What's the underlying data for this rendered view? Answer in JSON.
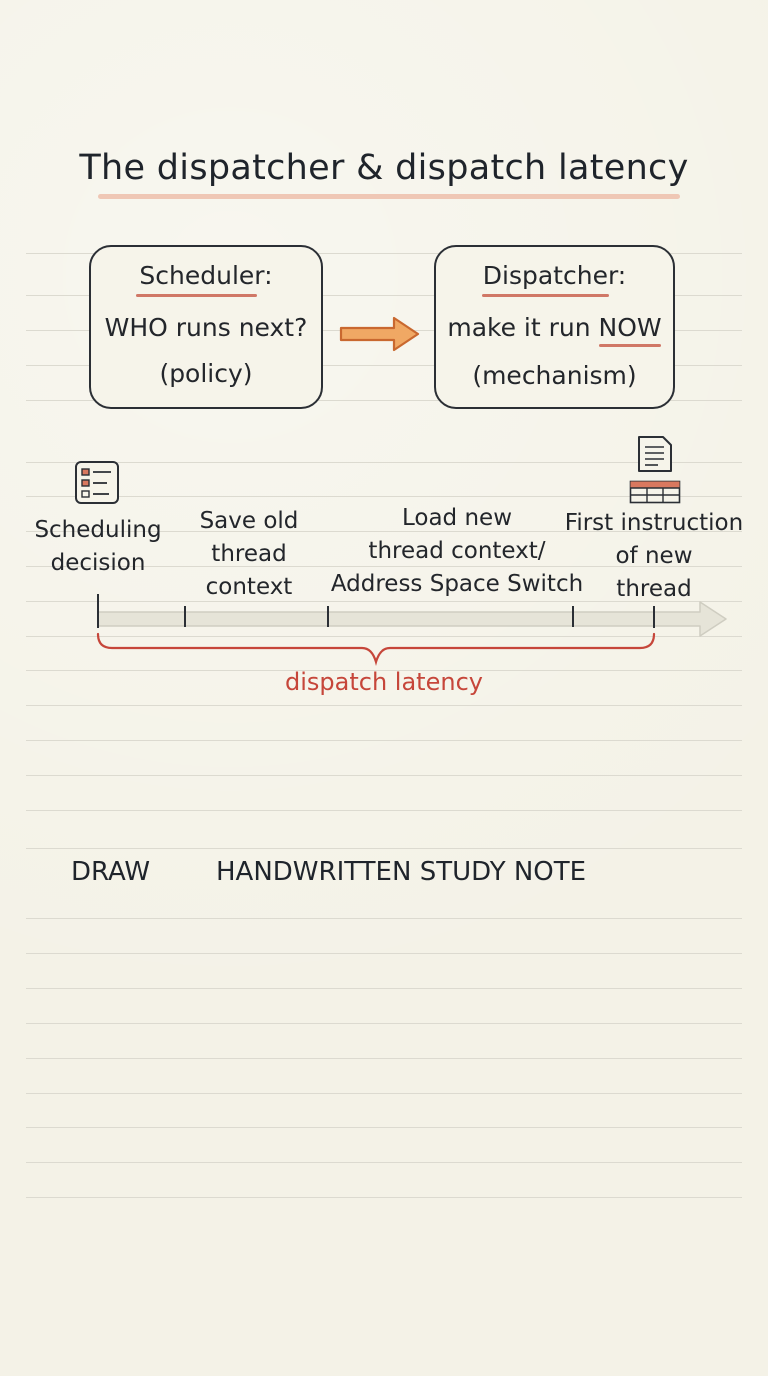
{
  "title": "The dispatcher & dispatch latency",
  "scheduler_box": {
    "heading": "Scheduler:",
    "line1": "WHO runs next?",
    "line2": "(policy)"
  },
  "dispatcher_box": {
    "heading": "Dispatcher:",
    "line1": "make it run NOW",
    "line2": "(mechanism)"
  },
  "timeline": {
    "steps": [
      {
        "lines": [
          "Scheduling",
          "decision"
        ]
      },
      {
        "lines": [
          "Save old",
          "thread",
          "context"
        ]
      },
      {
        "lines": [
          "Load new",
          "thread context/",
          "Address Space Switch"
        ]
      },
      {
        "lines": [
          "First instruction",
          "of new",
          "thread"
        ]
      }
    ]
  },
  "latency_label": "dispatch latency",
  "footer": {
    "left": "DRAW",
    "right": "HANDWRITTEN STUDY NOTE"
  },
  "colors": {
    "accent_red": "#c6463a",
    "accent_orange": "#f0a864",
    "underline_red": "#d07766",
    "ink": "#23262b",
    "paper": "#f4f2e7"
  }
}
